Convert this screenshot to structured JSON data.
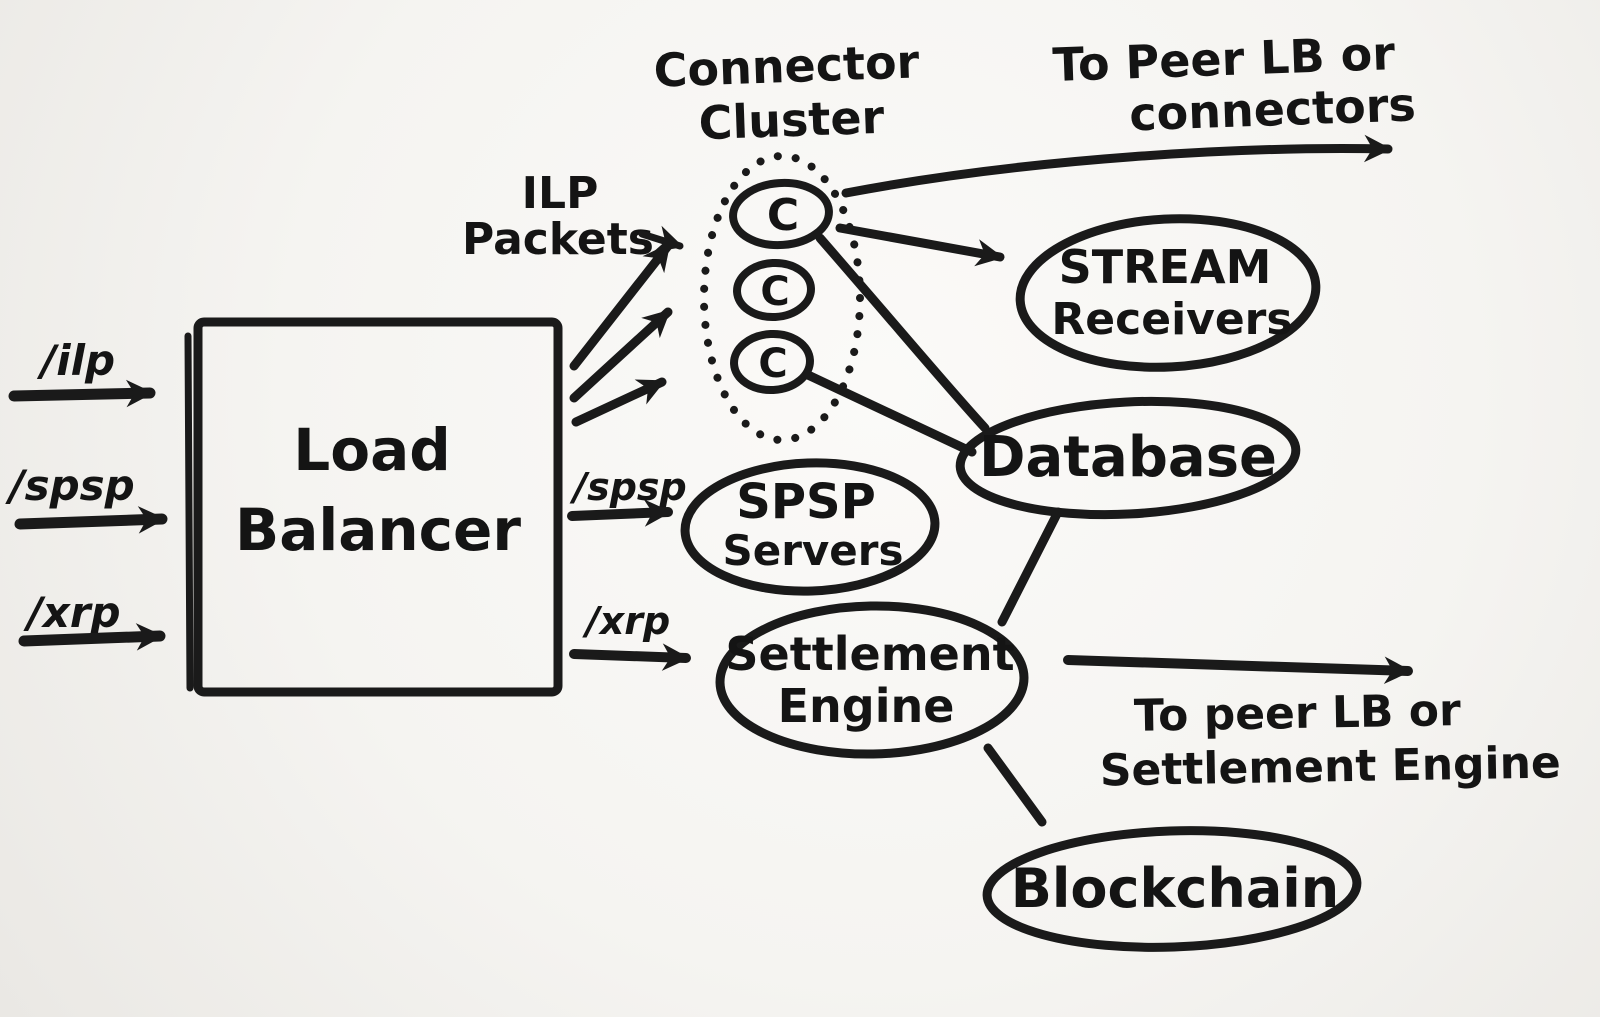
{
  "meta": {
    "title": "Hand-drawn Interledger load balancing architecture sketch",
    "colors": {
      "background": "#f5f4f1",
      "ink": "#1a1a1a"
    }
  },
  "nodes": {
    "load_balancer": {
      "line1": "Load",
      "line2": "Balancer"
    },
    "connector_cluster": {
      "line1": "Connector",
      "line2": "Cluster"
    },
    "connector_label": "C",
    "stream_receivers": {
      "line1": "STREAM",
      "line2": "Receivers"
    },
    "database": {
      "label": "Database"
    },
    "spsp_servers": {
      "line1": "SPSP",
      "line2": "Servers"
    },
    "settlement_engine": {
      "line1": "Settlement",
      "line2": "Engine"
    },
    "blockchain": {
      "label": "Blockchain"
    }
  },
  "edge_labels": {
    "ilp_in": "/ilp",
    "spsp_in": "/spsp",
    "xrp_in": "/xrp",
    "ilp_packets": {
      "line1": "ILP",
      "line2": "Packets"
    },
    "spsp_mid": "/spsp",
    "xrp_mid": "/xrp",
    "to_peer_connectors": {
      "line1": "To Peer LB or",
      "line2": "connectors"
    },
    "to_peer_settlement": {
      "line1": "To peer LB or",
      "line2": "Settlement Engine"
    }
  }
}
